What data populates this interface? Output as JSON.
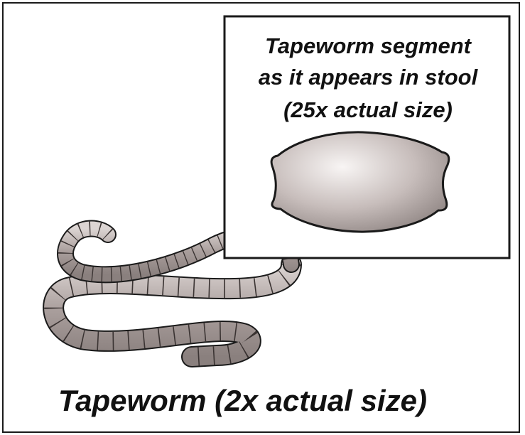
{
  "inset": {
    "caption_line1": "Tapeworm segment",
    "caption_line2": "as it appears in stool",
    "caption_line3": "(25x actual size)"
  },
  "main_caption": "Tapeworm (2x actual size)",
  "colors": {
    "segment_fill": "#b7acaa",
    "segment_highlight": "#f6f3f2",
    "segment_shadow": "#847a78",
    "outline": "#1a1a1a"
  }
}
